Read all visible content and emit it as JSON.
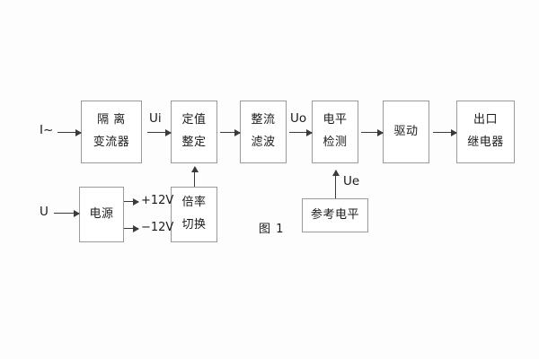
{
  "figure": {
    "caption": "图 1",
    "accent_color": "#3a3a3a",
    "box_border_color": "#9a9a9a",
    "background_color": "#fdfdfd"
  },
  "inputs": [
    {
      "name": "current-input",
      "label": "I~"
    },
    {
      "name": "voltage-input",
      "label": "U"
    }
  ],
  "blocks": [
    {
      "id": "isolation-ct",
      "lines": [
        "隔 离",
        "变流器"
      ]
    },
    {
      "id": "setting-value",
      "lines": [
        "定值",
        "整定"
      ]
    },
    {
      "id": "rectify-filter",
      "lines": [
        "整流",
        "滤波"
      ]
    },
    {
      "id": "level-detect",
      "lines": [
        "电平",
        "检测"
      ]
    },
    {
      "id": "drive",
      "lines": [
        "驱动"
      ]
    },
    {
      "id": "output-relay",
      "lines": [
        "出口",
        "继电器"
      ]
    },
    {
      "id": "power-supply",
      "lines": [
        "电源"
      ]
    },
    {
      "id": "ratio-switch",
      "lines": [
        "倍率",
        "切换"
      ]
    },
    {
      "id": "reference-level",
      "lines": [
        "参考电平"
      ]
    }
  ],
  "signals": [
    {
      "id": "ui",
      "label": "Ui"
    },
    {
      "id": "uo",
      "label": "Uo"
    },
    {
      "id": "ue",
      "label": "Ue"
    }
  ],
  "power_rails": [
    {
      "id": "rail-pos",
      "label": "+12V"
    },
    {
      "id": "rail-neg",
      "label": "−12V"
    }
  ]
}
